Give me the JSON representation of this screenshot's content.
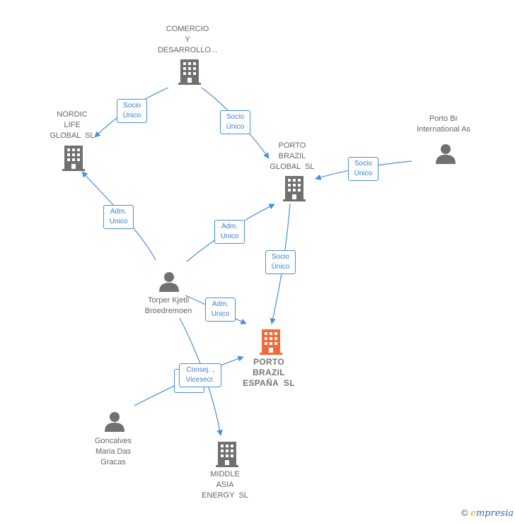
{
  "nodes": {
    "comercio": {
      "lines": [
        "COMERCIO",
        "Y",
        "DESARROLLO..."
      ],
      "type": "company"
    },
    "nordic": {
      "lines": [
        "NORDIC",
        "LIFE",
        "GLOBAL  SL"
      ],
      "type": "company"
    },
    "porto_global": {
      "lines": [
        "PORTO",
        "BRAZIL",
        "GLOBAL  SL"
      ],
      "type": "company"
    },
    "porto_br": {
      "lines": [
        "Porto Br",
        "International As"
      ],
      "type": "person"
    },
    "torper": {
      "lines": [
        "Torper Kjetil",
        "Broedremoen"
      ],
      "type": "person"
    },
    "porto_espana": {
      "lines": [
        "PORTO",
        "BRAZIL",
        "ESPAÑA  SL"
      ],
      "type": "company-main"
    },
    "goncalves": {
      "lines": [
        "Goncalves",
        "Maria Das",
        "Gracas"
      ],
      "type": "person"
    },
    "middle": {
      "lines": [
        "MIDDLE",
        "ASIA",
        "ENERGY  SL"
      ],
      "type": "company"
    }
  },
  "edges": {
    "e1": {
      "lines": [
        "Socio",
        "Único"
      ]
    },
    "e2": {
      "lines": [
        "Socio",
        "Único"
      ]
    },
    "e3": {
      "lines": [
        "Socio",
        "Único"
      ]
    },
    "e4": {
      "lines": [
        "Adm.",
        "Unico"
      ]
    },
    "e5": {
      "lines": [
        "Adm.",
        "Unico"
      ]
    },
    "e6": {
      "lines": [
        "Socio",
        "Único"
      ]
    },
    "e7": {
      "lines": [
        "Adm.",
        "Unico"
      ]
    },
    "e8": {
      "lines": [
        "Consej. ,",
        "Vicesecr."
      ]
    }
  },
  "footer": {
    "copyright": "©",
    "brand_initial": "e",
    "brand_rest": "mpresia"
  },
  "colors": {
    "edge": "#4a8edb",
    "icon": "#707070",
    "main_icon": "#f26a3a"
  }
}
